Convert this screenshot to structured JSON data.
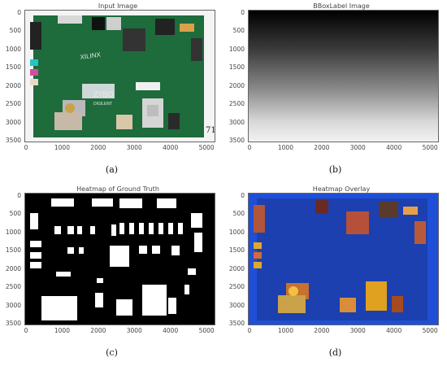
{
  "panels": [
    {
      "title": "Input Image",
      "caption": "(a)"
    },
    {
      "title": "BBoxLabel Image",
      "caption": "(b)"
    },
    {
      "title": "Heatmap of Ground Truth",
      "caption": "(c)"
    },
    {
      "title": "Heatmap Overlay",
      "caption": "(d)"
    }
  ],
  "y_ticks": [
    "0",
    "500",
    "1000",
    "1500",
    "2000",
    "2500",
    "3000",
    "3500"
  ],
  "x_ticks": [
    "0",
    "1000",
    "2000",
    "3000",
    "4000",
    "5000"
  ],
  "board_markings": {
    "brand": "XILINX",
    "model": "ZYBO",
    "maker": "DIGILENT",
    "handwriting": "71"
  },
  "colors": {
    "pcb_green": "#1e6b3c",
    "overlay_blue": "#1f4fd6",
    "mask_white": "#ffffff",
    "mask_black": "#000000"
  }
}
